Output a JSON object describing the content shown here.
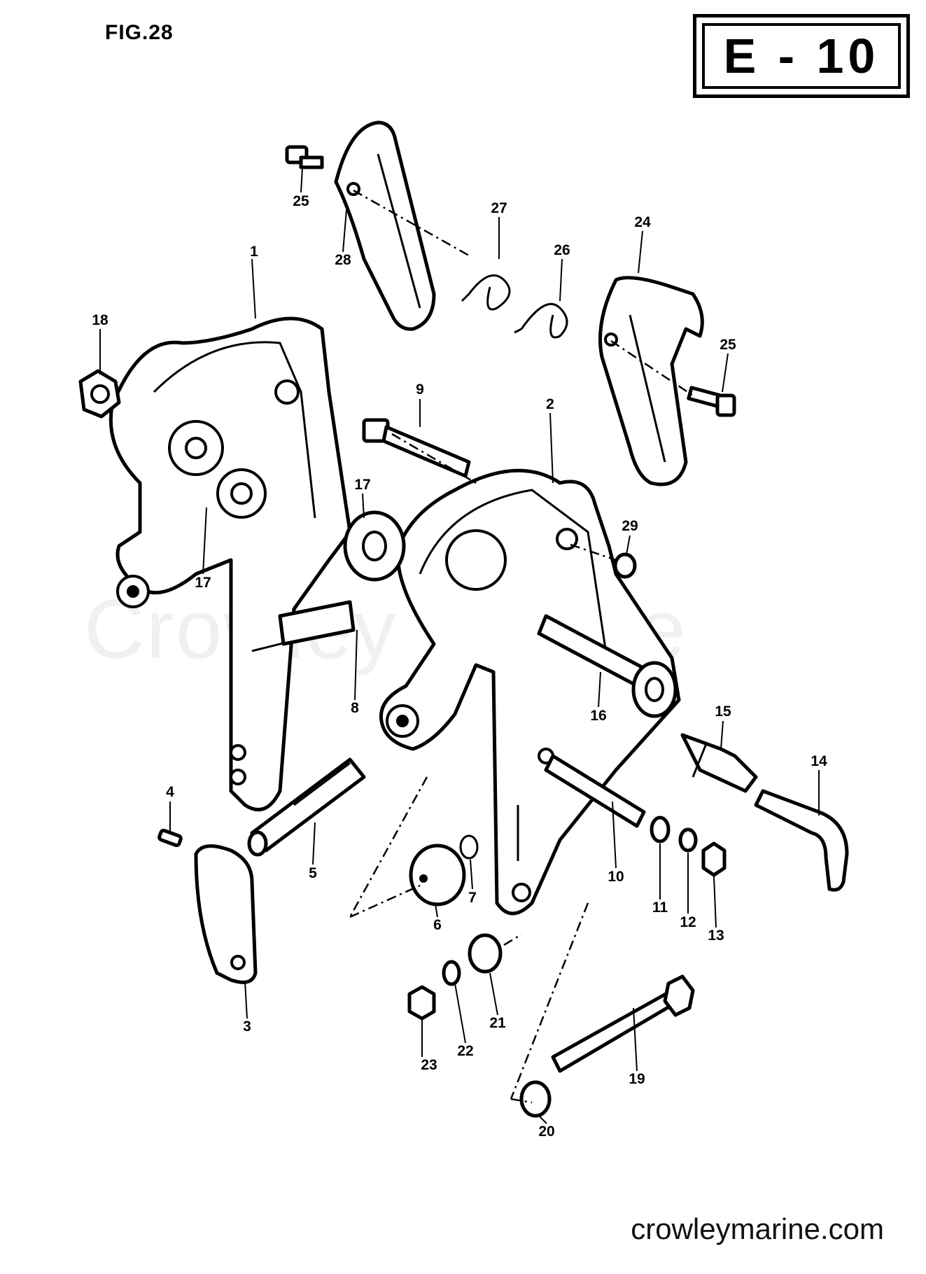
{
  "figure": {
    "label": "FIG.28",
    "sheet": "E - 10"
  },
  "watermark": "Crowley Marine",
  "footer": "crowleymarine.com",
  "callouts": [
    {
      "id": "c1",
      "text": "1"
    },
    {
      "id": "c2",
      "text": "2"
    },
    {
      "id": "c3",
      "text": "3"
    },
    {
      "id": "c4",
      "text": "4"
    },
    {
      "id": "c5",
      "text": "5"
    },
    {
      "id": "c6",
      "text": "6"
    },
    {
      "id": "c7",
      "text": "7"
    },
    {
      "id": "c8",
      "text": "8"
    },
    {
      "id": "c9",
      "text": "9"
    },
    {
      "id": "c10",
      "text": "10"
    },
    {
      "id": "c11",
      "text": "11"
    },
    {
      "id": "c12",
      "text": "12"
    },
    {
      "id": "c13",
      "text": "13"
    },
    {
      "id": "c14",
      "text": "14"
    },
    {
      "id": "c15",
      "text": "15"
    },
    {
      "id": "c16",
      "text": "16"
    },
    {
      "id": "c17a",
      "text": "17"
    },
    {
      "id": "c17b",
      "text": "17"
    },
    {
      "id": "c18",
      "text": "18"
    },
    {
      "id": "c19",
      "text": "19"
    },
    {
      "id": "c20",
      "text": "20"
    },
    {
      "id": "c21",
      "text": "21"
    },
    {
      "id": "c22",
      "text": "22"
    },
    {
      "id": "c23",
      "text": "23"
    },
    {
      "id": "c24",
      "text": "24"
    },
    {
      "id": "c25a",
      "text": "25"
    },
    {
      "id": "c25b",
      "text": "25"
    },
    {
      "id": "c26",
      "text": "26"
    },
    {
      "id": "c27",
      "text": "27"
    },
    {
      "id": "c28",
      "text": "28"
    },
    {
      "id": "c29",
      "text": "29"
    }
  ]
}
